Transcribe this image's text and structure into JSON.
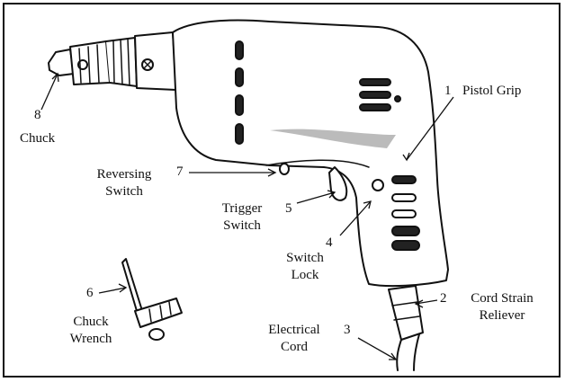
{
  "diagram": {
    "parts": [
      {
        "number": "1",
        "name": "Pistol Grip"
      },
      {
        "number": "2",
        "name_line1": "Cord Strain",
        "name_line2": "Reliever"
      },
      {
        "number": "3",
        "name_line1": "Electrical",
        "name_line2": "Cord"
      },
      {
        "number": "4",
        "name_line1": "Switch",
        "name_line2": "Lock"
      },
      {
        "number": "5",
        "name_line1": "Trigger",
        "name_line2": "Switch"
      },
      {
        "number": "6",
        "name_line1": "Chuck",
        "name_line2": "Wrench"
      },
      {
        "number": "7",
        "name_line1": "Reversing",
        "name_line2": "Switch"
      },
      {
        "number": "8",
        "name": "Chuck"
      }
    ]
  }
}
